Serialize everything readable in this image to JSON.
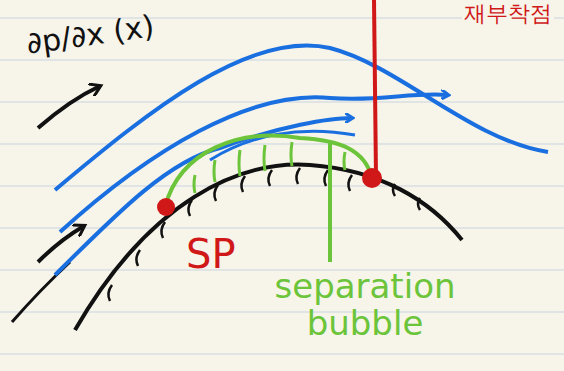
{
  "diagram": {
    "labels": [
      "∂p/∂x (x)",
      "재부착점",
      "SP",
      "separation bubble"
    ]
  }
}
